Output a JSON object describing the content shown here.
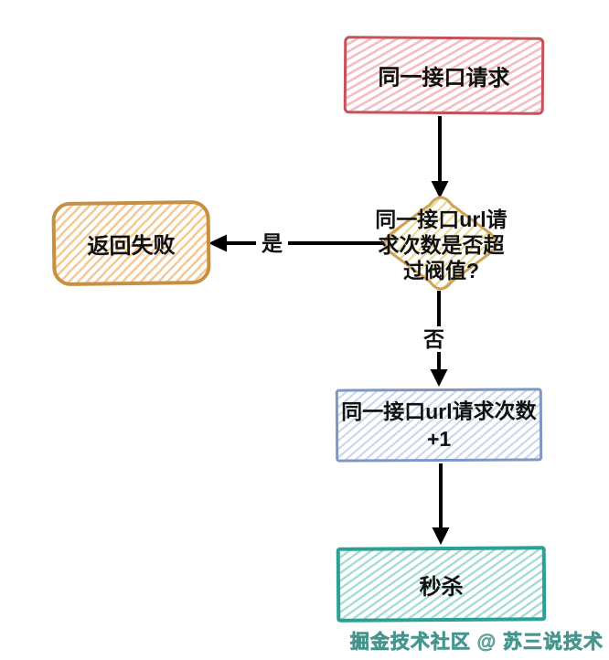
{
  "flowchart": {
    "nodes": [
      {
        "id": "same-request",
        "shape": "rectangle",
        "color_name": "red",
        "label": "同一接口请求"
      },
      {
        "id": "threshold-decision",
        "shape": "diamond",
        "color_name": "gold",
        "label": "同一接口url请求次数是否超过阀值?",
        "lines": [
          "同一接口url请",
          "求次数是否超",
          "过阀值?"
        ]
      },
      {
        "id": "return-fail",
        "shape": "rounded-rectangle",
        "color_name": "orange",
        "label": "返回失败"
      },
      {
        "id": "increment-count",
        "shape": "rectangle",
        "color_name": "blue",
        "label": "同一接口url请求次数+1",
        "lines": [
          "同一接口url请求次数",
          "+1"
        ]
      },
      {
        "id": "seckill",
        "shape": "rectangle",
        "color_name": "teal",
        "label": "秒杀"
      }
    ],
    "edges": [
      {
        "from": "same-request",
        "to": "threshold-decision"
      },
      {
        "from": "threshold-decision",
        "to": "return-fail",
        "label": "是"
      },
      {
        "from": "threshold-decision",
        "to": "increment-count",
        "label": "否"
      },
      {
        "from": "increment-count",
        "to": "seckill"
      }
    ],
    "watermark": "掘金技术社区 @ 苏三说技术",
    "palette": {
      "red_border": "#c4525a",
      "red_hatch": "#f4bdc1",
      "gold_border": "#cfa254",
      "gold_hatch": "#ead896",
      "orange_border": "#c68f41",
      "orange_hatch": "#f5c995",
      "blue_border": "#7e97c4",
      "blue_hatch": "#ccd8eb",
      "teal_border": "#2aa096",
      "teal_hatch": "#a6dcd3",
      "arrow": "#000000",
      "text": "#111111",
      "watermark": "#7db4ae"
    }
  }
}
